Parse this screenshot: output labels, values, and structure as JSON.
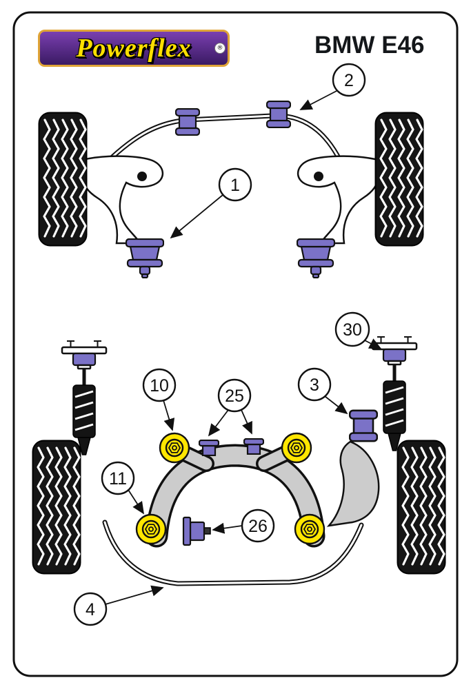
{
  "header": {
    "brand": "Powerflex",
    "registered_mark": "®",
    "model": "BMW E46"
  },
  "colors": {
    "bushing_purple": "#7b72c7",
    "bushing_yellow": "#ffe600",
    "logo_purple_top": "#7a3fb0",
    "logo_purple_bottom": "#3a1a63",
    "logo_gold": "#dfa437",
    "logo_text_yellow": "#ffdf00",
    "frame_gray": "#cccccc"
  },
  "callouts": {
    "c1": "1",
    "c2": "2",
    "c3": "3",
    "c4": "4",
    "c10": "10",
    "c11": "11",
    "c25": "25",
    "c26": "26",
    "c30": "30"
  }
}
